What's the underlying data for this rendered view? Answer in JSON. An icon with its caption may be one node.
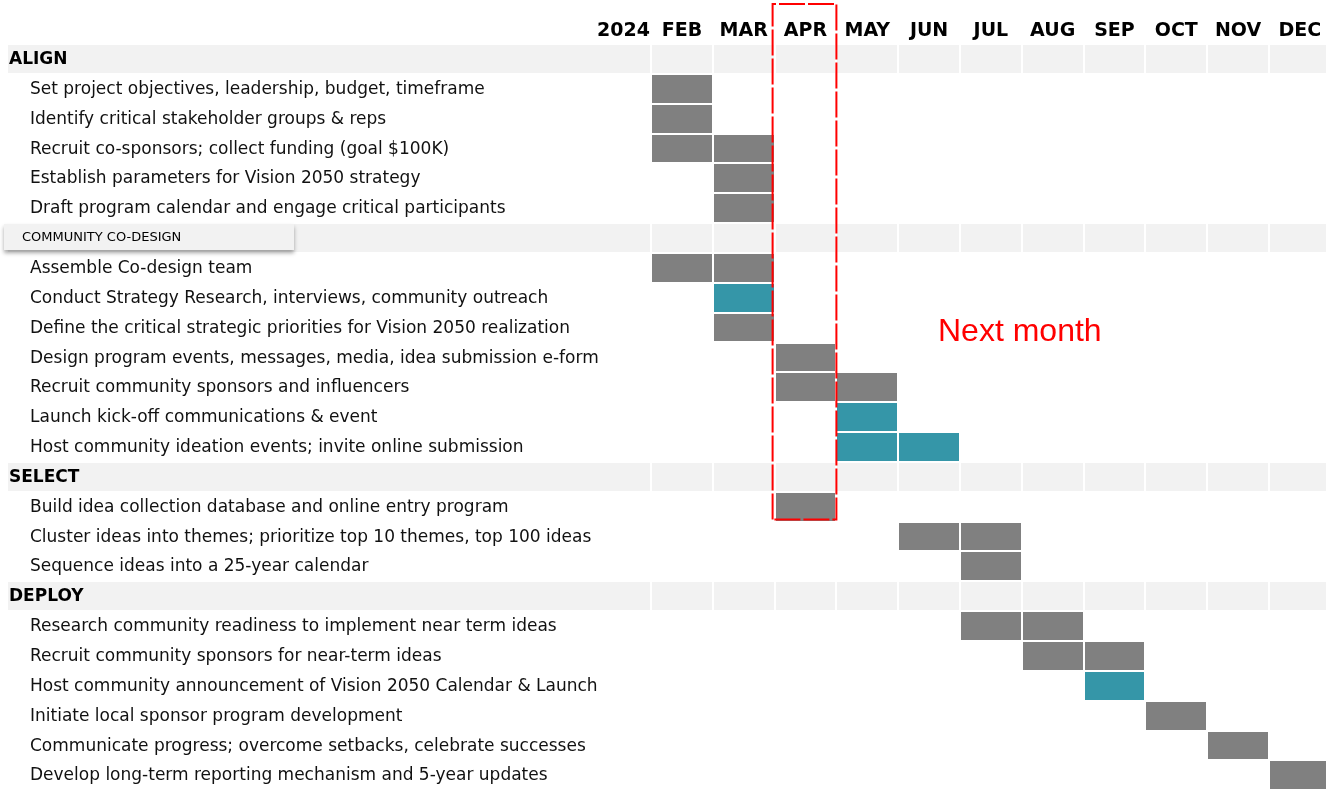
{
  "diagram": {
    "labels": [
      "2024",
      "FEB",
      "MAR",
      "APR",
      "MAY",
      "JUN",
      "JUL",
      "AUG",
      "SEP",
      "OCT",
      "NOV",
      "DEC",
      "ALIGN",
      "Set project objectives, leadership, budget, timeframe",
      "Identify critical stakeholder groups & reps",
      "Recruit co-sponsors; collect funding (goal $100K)",
      "Establish parameters for Vision 2050 strategy",
      "Draft program calendar and engage critical participants",
      "COMMUNITY CO-DESIGN",
      "Assemble Co-design team",
      "Conduct Strategy Research, interviews, community outreach",
      "Define the critical strategic priorities for Vision 2050 realization",
      "Next month",
      "Design program events, messages, media, idea submission e-form",
      "Recruit community sponsors and influencers",
      "Launch kick-off  communications & event",
      "Host community ideation events; invite online submission",
      "SELECT",
      "Build idea collection database and online entry program",
      "Cluster ideas into themes; prioritize top 10 themes, top 100 ideas",
      "Sequence ideas into a 25-year calendar",
      "DEPLOY",
      "Research community readiness to implement near term ideas",
      "Recruit community sponsors for near-term ideas",
      "Host community announcement of Vision 2050 Calendar & Launch",
      "Initiate local sponsor program development",
      "Communicate progress; overcome setbacks, celebrate successes",
      "Develop long-term reporting mechanism and 5-year updates"
    ]
  }
}
